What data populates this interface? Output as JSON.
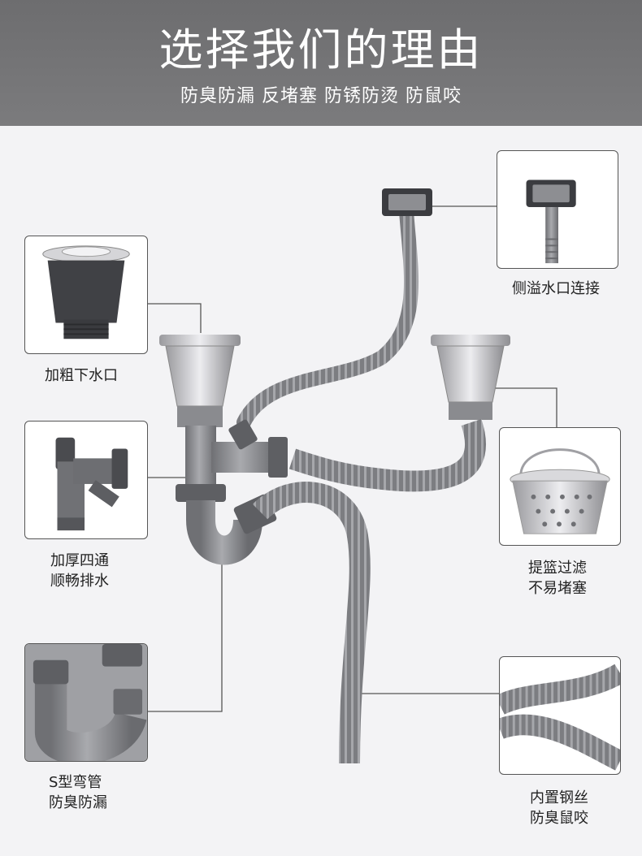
{
  "header": {
    "title": "选择我们的理由",
    "subtitle": "防臭防漏 反堵塞 防锈防烫 防鼠咬"
  },
  "features": [
    {
      "id": "drain",
      "icon": "drain-strainer-icon",
      "lines": [
        "加粗下水口"
      ]
    },
    {
      "id": "overflow",
      "icon": "overflow-connector-icon",
      "lines": [
        "侧溢水口连接"
      ]
    },
    {
      "id": "tee",
      "icon": "four-way-connector-icon",
      "lines": [
        "加厚四通",
        "顺畅排水"
      ]
    },
    {
      "id": "basket",
      "icon": "strainer-basket-icon",
      "lines": [
        "提篮过滤",
        "不易堵塞"
      ]
    },
    {
      "id": "sbend",
      "icon": "s-bend-pipe-icon",
      "lines": [
        "S型弯管",
        "防臭防漏"
      ]
    },
    {
      "id": "hose",
      "icon": "steel-wire-hose-icon",
      "lines": [
        "内置钢丝",
        "防臭鼠咬"
      ]
    }
  ],
  "colors": {
    "header_bg": "#747476",
    "pipe_gray": "#8a8b8e",
    "steel": "#c9c9cc",
    "line": "#555555"
  }
}
